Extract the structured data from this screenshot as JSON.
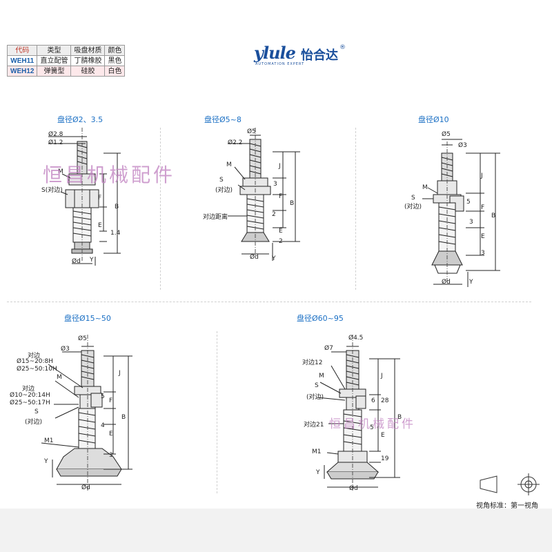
{
  "spec_table": {
    "headers": [
      "代码",
      "类型",
      "吸盘材质",
      "颜色"
    ],
    "rows": [
      [
        "WEH11",
        "直立配管",
        "丁腈橡胶",
        "黑色"
      ],
      [
        "WEH12",
        "弹簧型",
        "硅胶",
        "白色"
      ]
    ]
  },
  "brand": {
    "logo_text": "ylule",
    "name_cn": "怡合达",
    "registered": "®",
    "tagline": "AUTOMATION EXPERT"
  },
  "watermark": {
    "text": "恒昌机械配件"
  },
  "sections": {
    "d2": {
      "title": "盘径Ø2、3.5",
      "dims": [
        "Ø2.8",
        "Ø1.2",
        "M",
        "S(对边)",
        "F",
        "B",
        "E",
        "1.4",
        "Y",
        "Ød"
      ]
    },
    "d5": {
      "title": "盘径Ø5~8",
      "dims": [
        "Ø5",
        "Ø2.2",
        "M",
        "S",
        "(对边)",
        "3",
        "J",
        "F",
        "B",
        "2",
        "对边距离",
        "E",
        "2",
        "Ød",
        "Y"
      ]
    },
    "d10": {
      "title": "盘径Ø10",
      "dims": [
        "Ø5",
        "Ø3",
        "J",
        "M",
        "S",
        "(对边)",
        "5",
        "F",
        "B",
        "3",
        "E",
        "3",
        "Ød",
        "Y"
      ]
    },
    "d15": {
      "title": "盘径Ø15~50",
      "dims": [
        "Ø5",
        "Ø3",
        "对边",
        "Ø15~20:8H",
        "Ø25~50:10H",
        "M",
        "对边",
        "Ø10~20:14H",
        "Ø25~50:17H",
        "S",
        "(对边)",
        "J",
        "5",
        "F",
        "B",
        "4",
        "E",
        "3",
        "M1",
        "Y",
        "Ød"
      ]
    },
    "d60": {
      "title": "盘径Ø60~95",
      "dims": [
        "Ø4.5",
        "Ø7",
        "对边12",
        "M",
        "S",
        "(对边)",
        "J",
        "6",
        "28",
        "B",
        "对边21",
        "5",
        "E",
        "M1",
        "19",
        "Y",
        "Ød"
      ]
    }
  },
  "projection": {
    "label": "视角标准：第一视角"
  }
}
